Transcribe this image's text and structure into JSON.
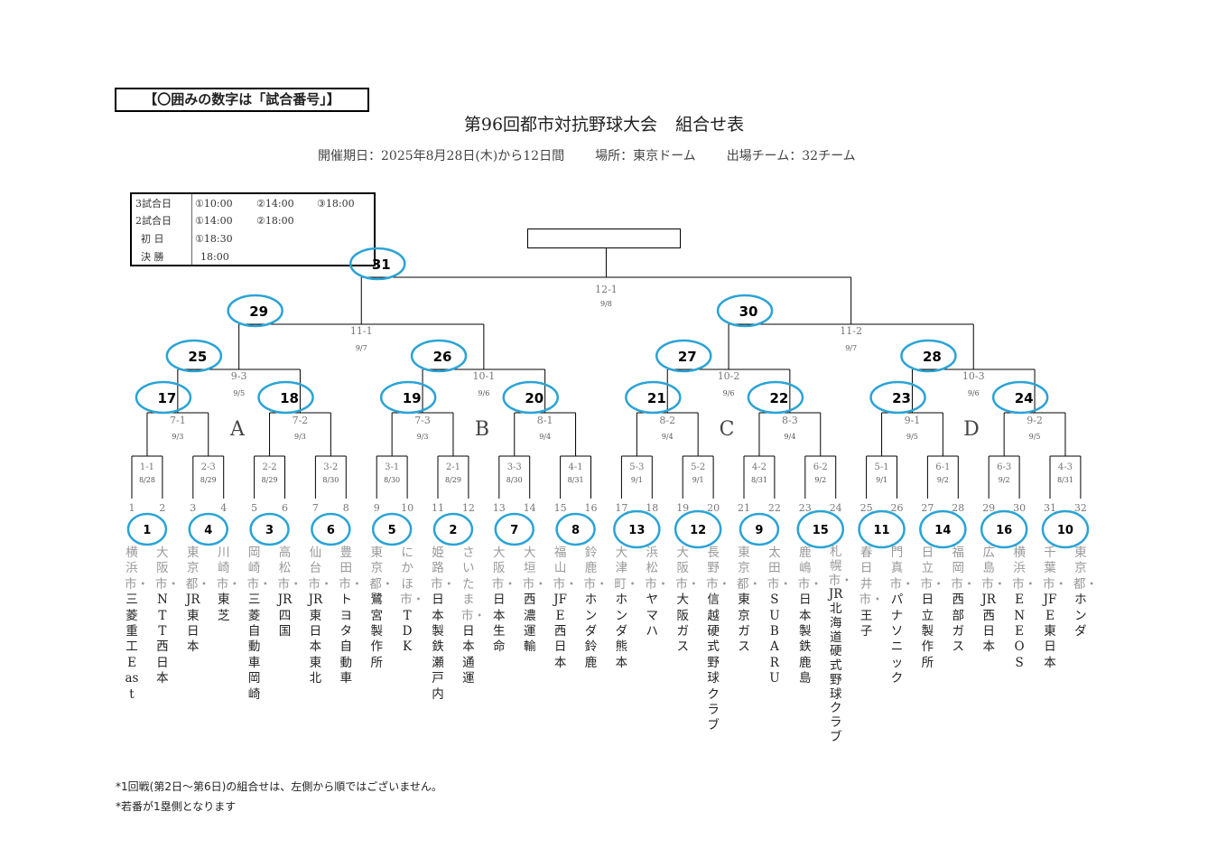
{
  "notice": "【〇囲みの数字は「試合番号」】",
  "title": "第96回都市対抗野球大会",
  "title_suffix": "組合せ表",
  "info": {
    "period": "開催期日：2025年8月28日(木)から12日間",
    "venue": "場所：東京ドーム",
    "teams": "出場チーム：32チーム"
  },
  "schedule": [
    {
      "label": "3試合日",
      "times": [
        "①10:00",
        "②14:00",
        "③18:00"
      ]
    },
    {
      "label": "2試合日",
      "times": [
        "①14:00",
        "②18:00"
      ]
    },
    {
      "label": "初 日",
      "times": [
        "①18:30"
      ]
    },
    {
      "label": "決 勝",
      "times": [
        "18:00"
      ]
    }
  ],
  "zones": [
    "A",
    "B",
    "C",
    "D"
  ],
  "first_round": [
    {
      "code": "1-1",
      "date": "8/28"
    },
    {
      "code": "2-3",
      "date": "8/29"
    },
    {
      "code": "2-2",
      "date": "8/29"
    },
    {
      "code": "3-2",
      "date": "8/30"
    },
    {
      "code": "3-1",
      "date": "8/30"
    },
    {
      "code": "2-1",
      "date": "8/29"
    },
    {
      "code": "3-3",
      "date": "8/30"
    },
    {
      "code": "4-1",
      "date": "8/31"
    },
    {
      "code": "5-3",
      "date": "9/1"
    },
    {
      "code": "5-2",
      "date": "9/1"
    },
    {
      "code": "4-2",
      "date": "8/31"
    },
    {
      "code": "6-2",
      "date": "9/2"
    },
    {
      "code": "5-1",
      "date": "9/1"
    },
    {
      "code": "6-1",
      "date": "9/2"
    },
    {
      "code": "6-3",
      "date": "9/2"
    },
    {
      "code": "4-3",
      "date": "8/31"
    }
  ],
  "first_round_games": [
    "1",
    "4",
    "3",
    "6",
    "5",
    "2",
    "7",
    "8",
    "13",
    "12",
    "9",
    "15",
    "11",
    "14",
    "16",
    "10"
  ],
  "second_round": [
    {
      "game": "17",
      "code": "7-1",
      "date": "9/3"
    },
    {
      "game": "18",
      "code": "7-2",
      "date": "9/3"
    },
    {
      "game": "19",
      "code": "7-3",
      "date": "9/3"
    },
    {
      "game": "20",
      "code": "8-1",
      "date": "9/4"
    },
    {
      "game": "21",
      "code": "8-2",
      "date": "9/4"
    },
    {
      "game": "22",
      "code": "8-3",
      "date": "9/4"
    },
    {
      "game": "23",
      "code": "9-1",
      "date": "9/5"
    },
    {
      "game": "24",
      "code": "9-2",
      "date": "9/5"
    }
  ],
  "quarter_finals": [
    {
      "game": "25",
      "code": "9-3",
      "date": "9/5"
    },
    {
      "game": "26",
      "code": "10-1",
      "date": "9/6"
    },
    {
      "game": "27",
      "code": "10-2",
      "date": "9/6"
    },
    {
      "game": "28",
      "code": "10-3",
      "date": "9/6"
    }
  ],
  "semi_finals": [
    {
      "game": "29",
      "code": "11-1",
      "date": "9/7"
    },
    {
      "game": "30",
      "code": "11-2",
      "date": "9/7"
    }
  ],
  "final": {
    "game": "31",
    "code": "12-1",
    "date": "9/8"
  },
  "teams": [
    {
      "n": "1",
      "city": "横浜市",
      "name": "三菱重工East"
    },
    {
      "n": "2",
      "city": "大阪市",
      "name": "NTT西日本"
    },
    {
      "n": "3",
      "city": "東京都",
      "name": "JR東日本"
    },
    {
      "n": "4",
      "city": "川崎市",
      "name": "東芝"
    },
    {
      "n": "5",
      "city": "岡崎市",
      "name": "三菱自動車岡崎"
    },
    {
      "n": "6",
      "city": "高松市",
      "name": "JR四国"
    },
    {
      "n": "7",
      "city": "仙台市",
      "name": "JR東日本東北"
    },
    {
      "n": "8",
      "city": "豊田市",
      "name": "トヨタ自動車"
    },
    {
      "n": "9",
      "city": "東京都",
      "name": "鷺宮製作所"
    },
    {
      "n": "10",
      "city": "にかほ市",
      "name": "TDK"
    },
    {
      "n": "11",
      "city": "姫路市",
      "name": "日本製鉄瀬戸内"
    },
    {
      "n": "12",
      "city": "さいたま市",
      "name": "日本通運"
    },
    {
      "n": "13",
      "city": "大阪市",
      "name": "日本生命"
    },
    {
      "n": "14",
      "city": "大垣市",
      "name": "西濃運輸"
    },
    {
      "n": "15",
      "city": "福山市",
      "name": "JFE西日本"
    },
    {
      "n": "16",
      "city": "鈴鹿市",
      "name": "ホンダ鈴鹿"
    },
    {
      "n": "17",
      "city": "大津町",
      "name": "ホンダ熊本"
    },
    {
      "n": "18",
      "city": "浜松市",
      "name": "ヤマハ"
    },
    {
      "n": "19",
      "city": "大阪市",
      "name": "大阪ガス"
    },
    {
      "n": "20",
      "city": "長野市",
      "name": "信越硬式野球クラブ"
    },
    {
      "n": "21",
      "city": "東京都",
      "name": "東京ガス"
    },
    {
      "n": "22",
      "city": "太田市",
      "name": "SUBARU"
    },
    {
      "n": "23",
      "city": "鹿嶋市",
      "name": "日本製鉄鹿島"
    },
    {
      "n": "24",
      "city": "札幌市",
      "name": "JR北海道硬式野球クラブ"
    },
    {
      "n": "25",
      "city": "春日井市",
      "name": "王子"
    },
    {
      "n": "26",
      "city": "門真市",
      "name": "パナソニック"
    },
    {
      "n": "27",
      "city": "日立市",
      "name": "日立製作所"
    },
    {
      "n": "28",
      "city": "福岡市",
      "name": "西部ガス"
    },
    {
      "n": "29",
      "city": "広島市",
      "name": "JR西日本"
    },
    {
      "n": "30",
      "city": "横浜市",
      "name": "ENEOS"
    },
    {
      "n": "31",
      "city": "千葉市",
      "name": "JFE東日本"
    },
    {
      "n": "32",
      "city": "東京都",
      "name": "ホンダ"
    }
  ],
  "footnotes": [
    "*1回戦(第2日～第6日)の組合せは、左側から順ではございません。",
    "*若番が1塁側となります"
  ],
  "colors": {
    "circle": "#2aa3d6",
    "line": "#000000",
    "muted": "#777777"
  }
}
